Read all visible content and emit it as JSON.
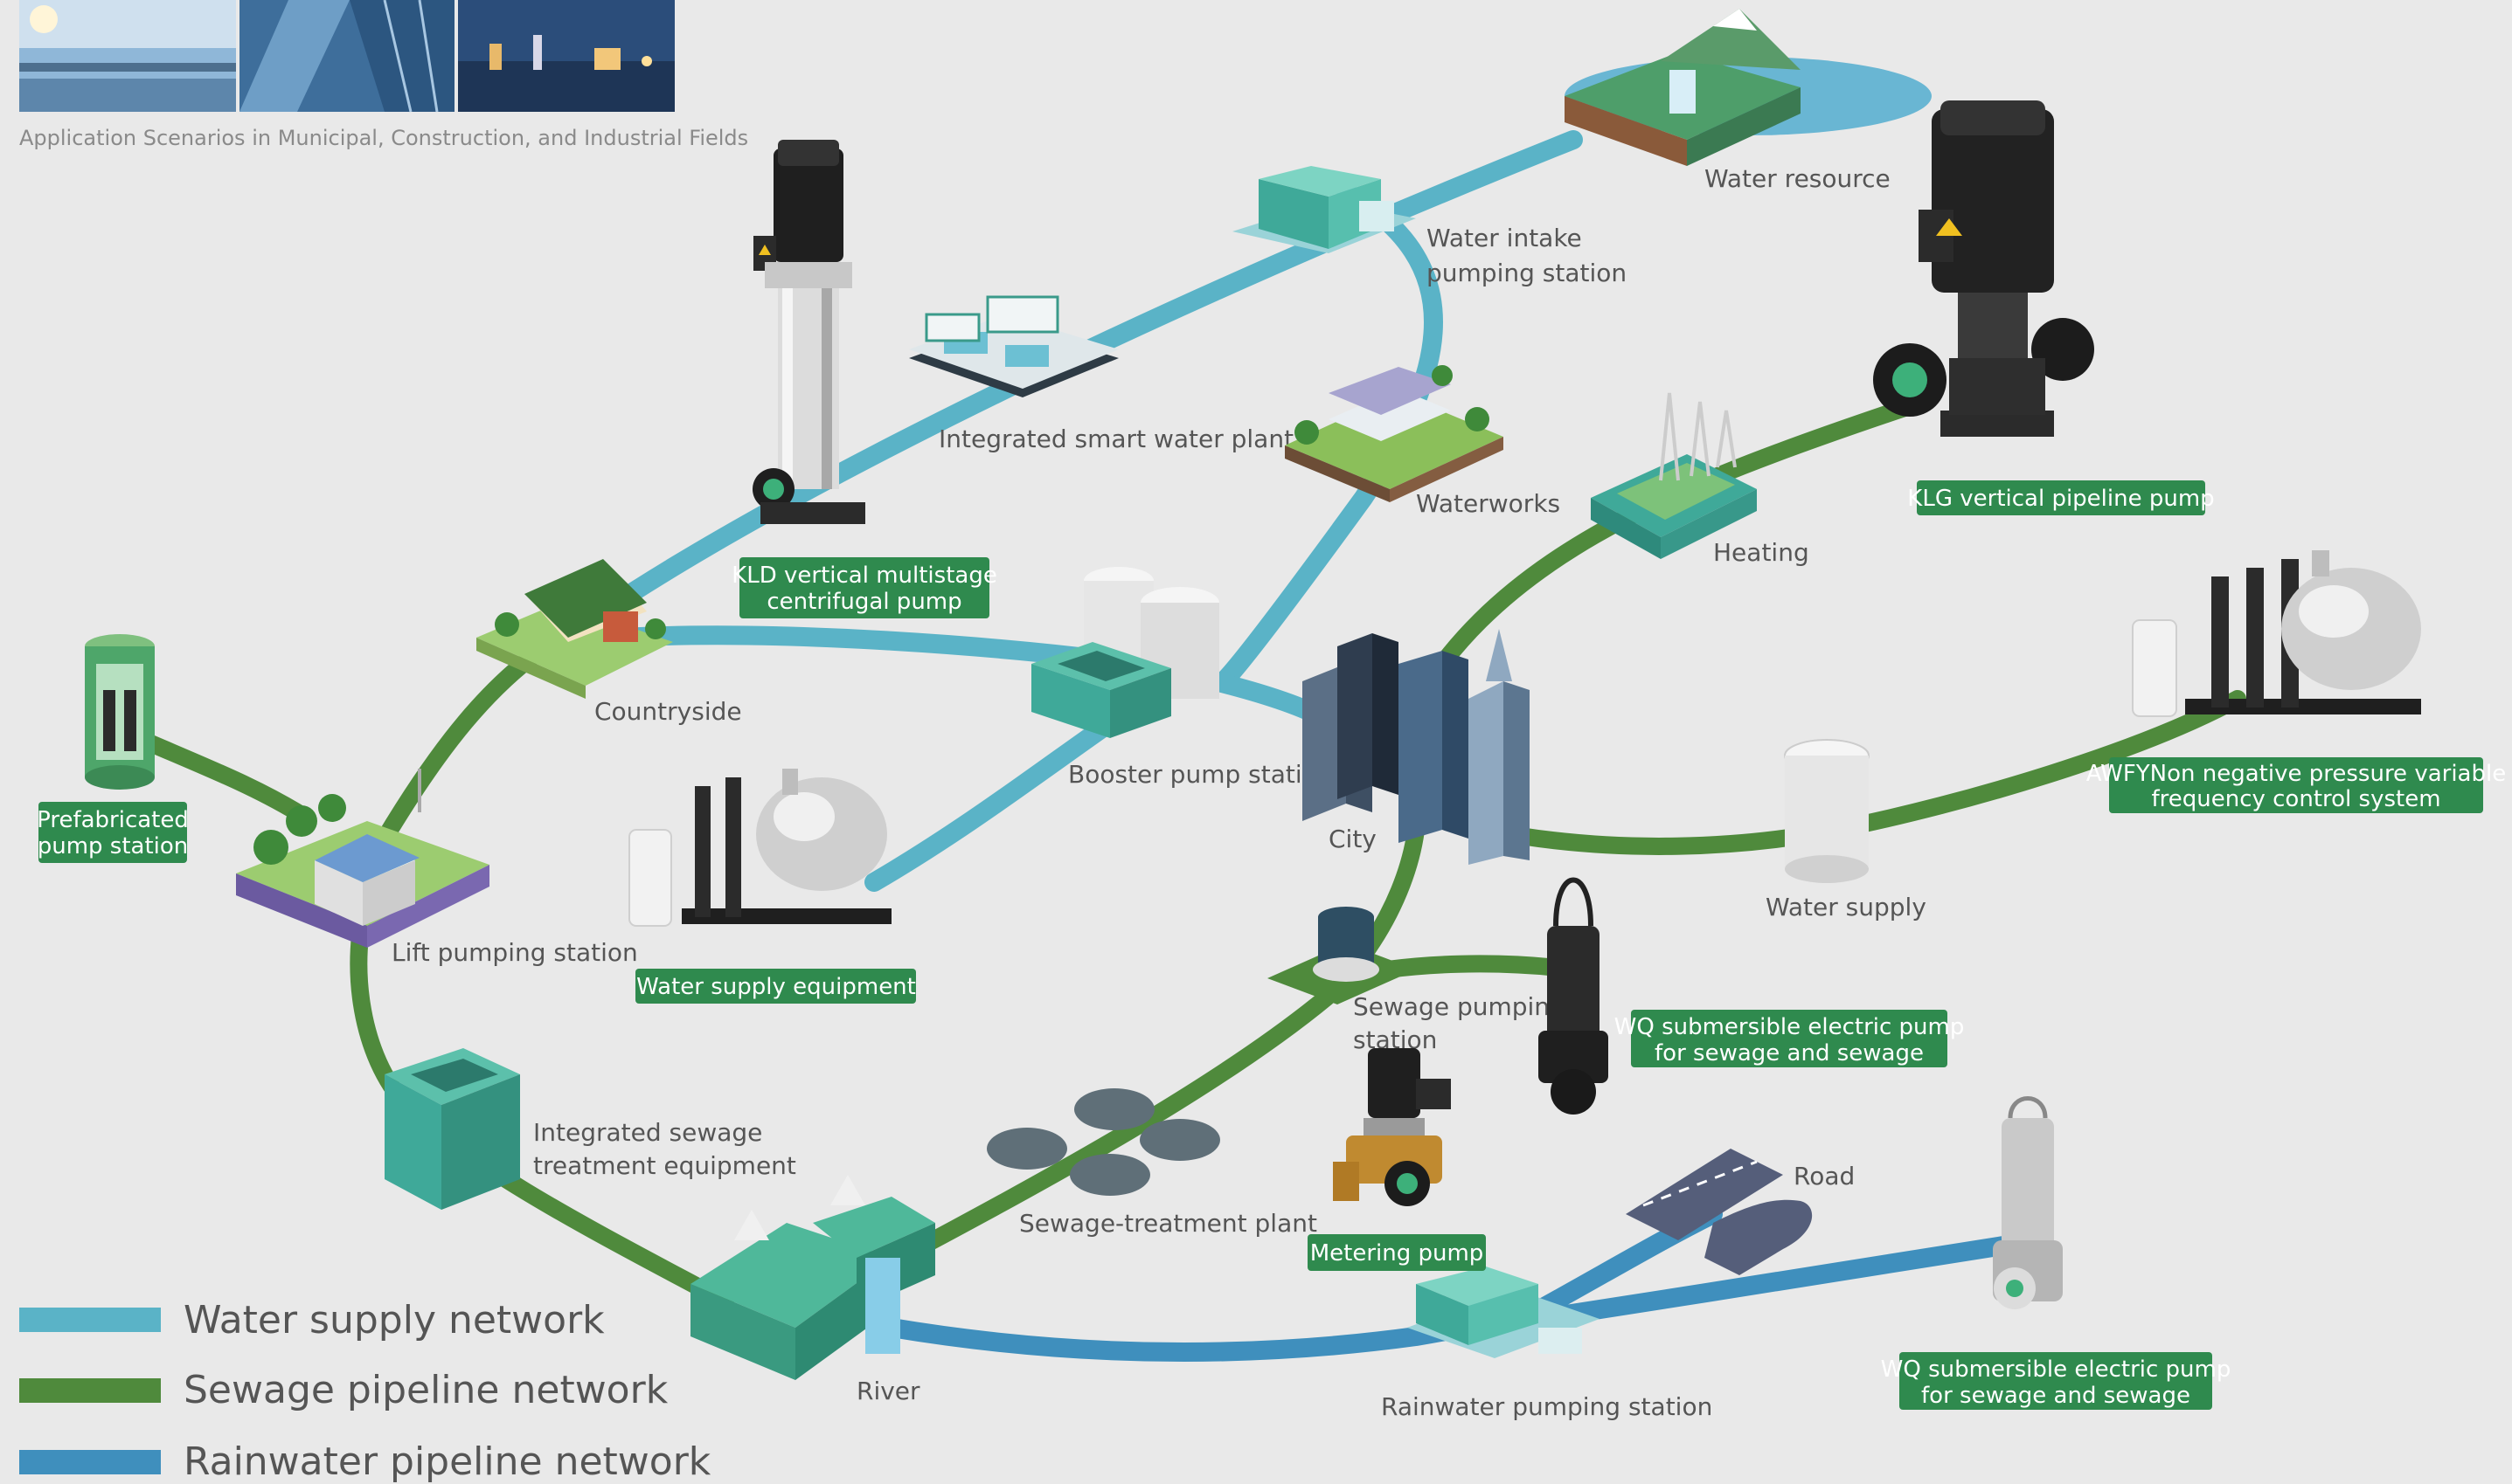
{
  "header": {
    "caption": "Application Scenarios in Municipal, Construction, and Industrial Fields",
    "photos": [
      "bridge-photo",
      "glass-building-photo",
      "industrial-night-photo"
    ]
  },
  "colors": {
    "water_supply": "#5ab3c7",
    "sewage": "#4f8a3c",
    "rainwater": "#3f8fbd",
    "badge": "#2f8a4e",
    "teal": "#3fa999"
  },
  "legend": [
    {
      "label": "Water supply network",
      "color": "#5ab3c7"
    },
    {
      "label": "Sewage pipeline network",
      "color": "#4f8a3c"
    },
    {
      "label": "Rainwater pipeline network",
      "color": "#3f8fbd"
    }
  ],
  "nodes": {
    "water_resource": "Water resource",
    "water_intake_1": "Water intake",
    "water_intake_2": "pumping station",
    "smart_plant": "Integrated smart water plant",
    "waterworks": "Waterworks",
    "heating": "Heating",
    "countryside": "Countryside",
    "booster": "Booster pump station",
    "city": "City",
    "water_supply": "Water supply",
    "lift": "Lift pumping station",
    "sewage_station_1": "Sewage pumping",
    "sewage_station_2": "station",
    "integrated_sewage_1": "Integrated sewage",
    "integrated_sewage_2": "treatment equipment",
    "sewage_plant": "Sewage-treatment plant",
    "road": "Road",
    "river": "River",
    "rainwater_station": "Rainwater pumping station"
  },
  "badges": {
    "klg": "KLG vertical pipeline pump",
    "kld_1": "KLD vertical multistage",
    "kld_2": "centrifugal pump",
    "prefab_1": "Prefabricated",
    "prefab_2": "pump station",
    "awfy_1": "AWFYNon negative pressure variable",
    "awfy_2": "frequency control system",
    "water_supply_equipment": "Water supply equipment",
    "wq1_1": "WQ submersible electric pump",
    "wq1_2": "for sewage and sewage",
    "metering": "Metering pump",
    "wq2_1": "WQ submersible electric pump",
    "wq2_2": "for sewage and sewage"
  }
}
